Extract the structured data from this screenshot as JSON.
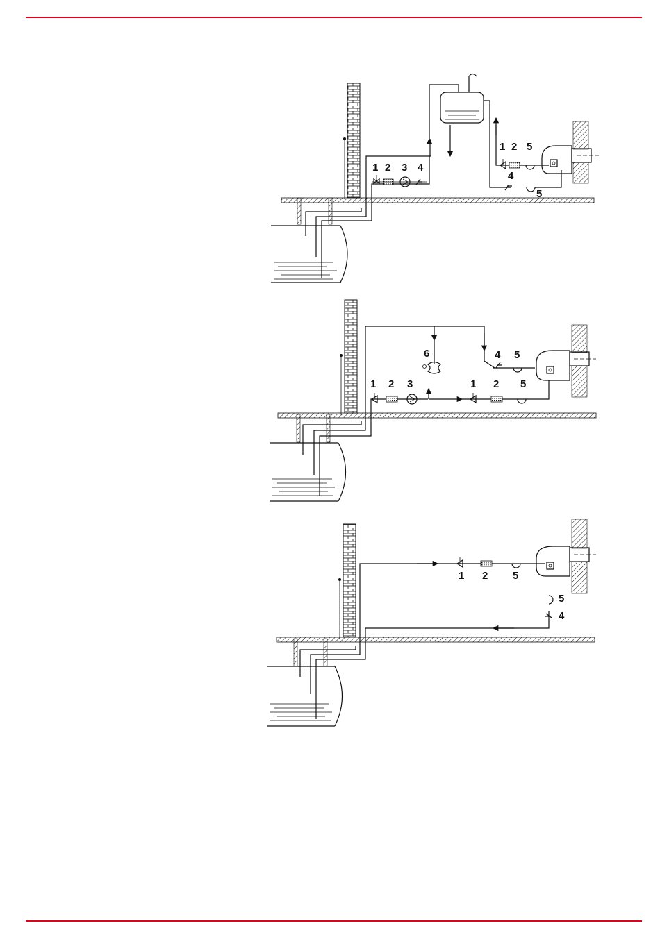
{
  "colors": {
    "rule": "#e2001a",
    "ink": "#111111"
  },
  "diagrams": [
    {
      "name": "gravity-tank-system",
      "labels": [
        "1",
        "2",
        "3",
        "4",
        "1",
        "2",
        "5",
        "4",
        "5"
      ]
    },
    {
      "name": "pump-loop-system",
      "labels": [
        "6",
        "1",
        "2",
        "3",
        "4",
        "5",
        "1",
        "2",
        "5"
      ]
    },
    {
      "name": "direct-suction-system",
      "labels": [
        "1",
        "2",
        "5",
        "5",
        "4"
      ]
    }
  ]
}
